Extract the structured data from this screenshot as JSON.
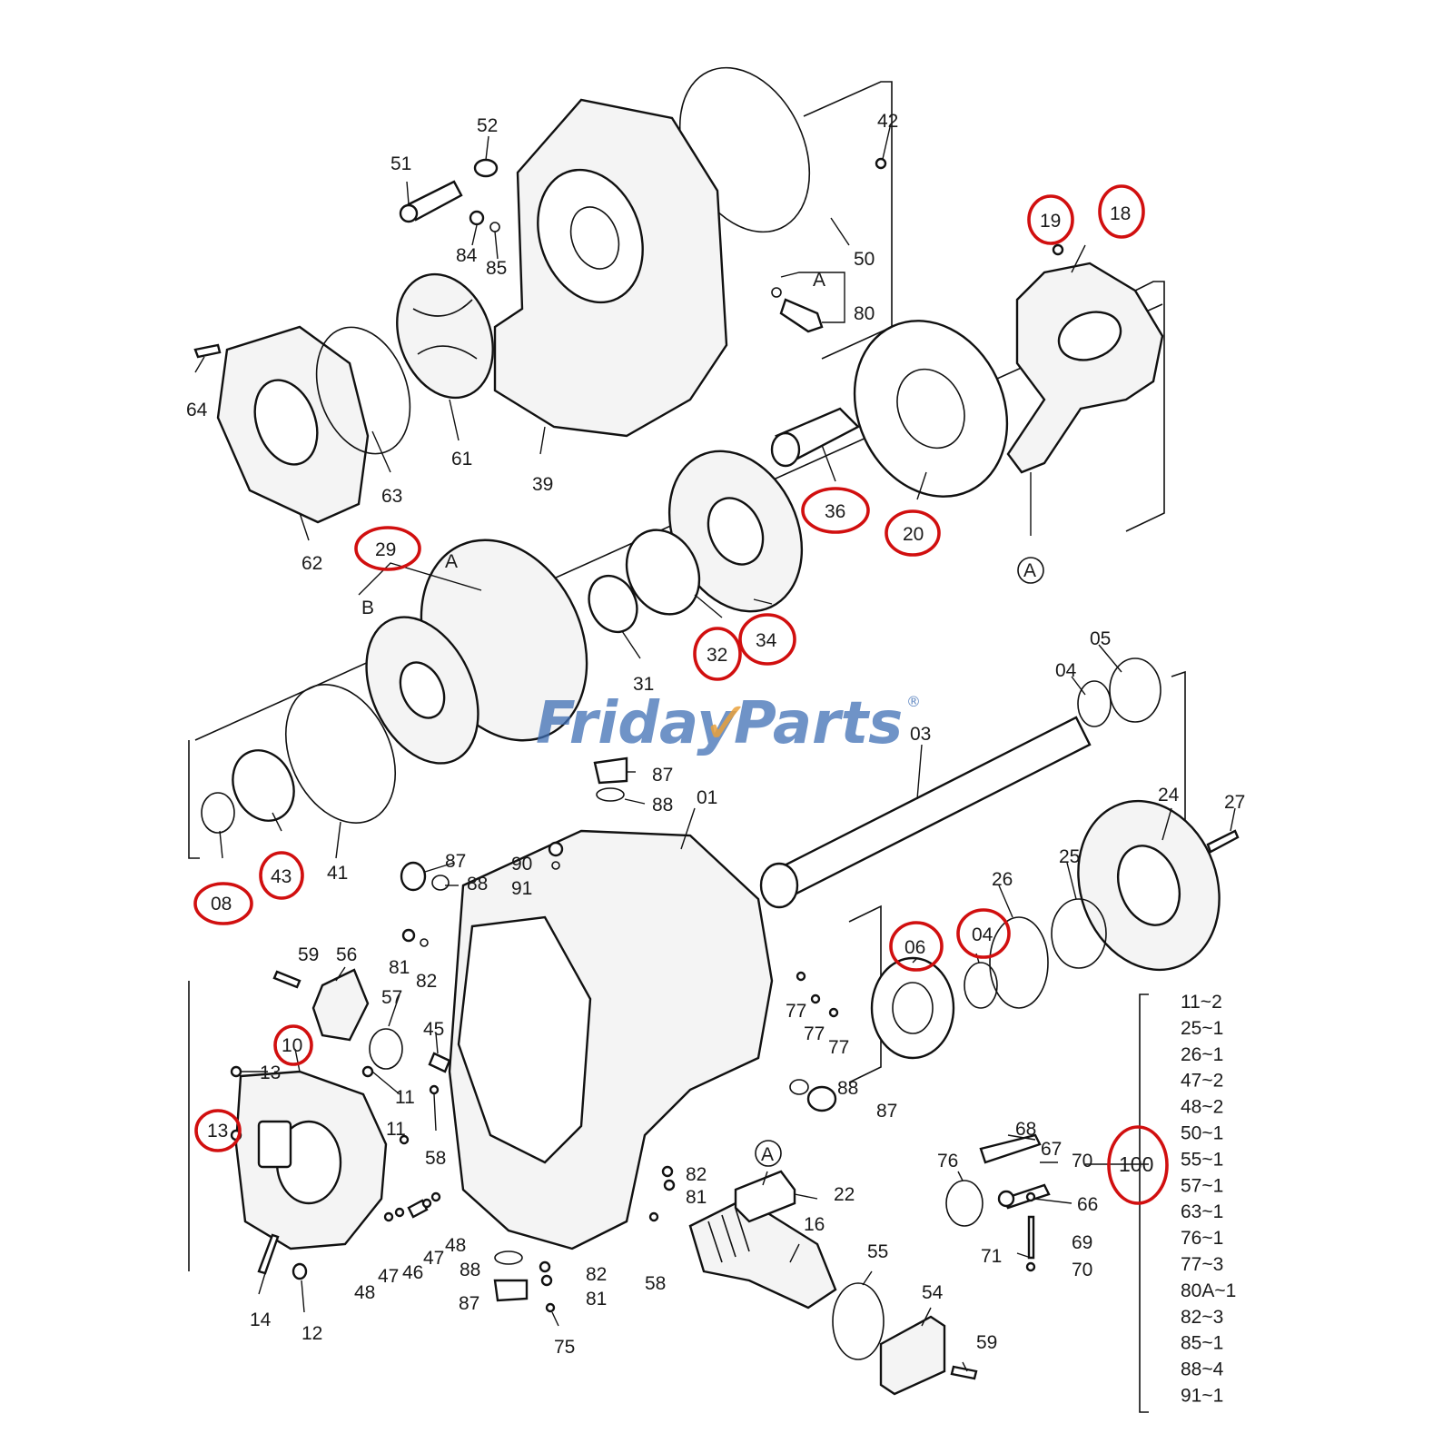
{
  "watermark": {
    "brand_a": "Friday",
    "brand_b": "Parts",
    "registered": "®",
    "color_blue": "#3f6fb5",
    "color_orange": "#e9a13b"
  },
  "highlight_color": "#d10f0f",
  "callouts": [
    {
      "id": "c51",
      "text": "51"
    },
    {
      "id": "c52",
      "text": "52"
    },
    {
      "id": "c84",
      "text": "84"
    },
    {
      "id": "c85",
      "text": "85"
    },
    {
      "id": "c42",
      "text": "42"
    },
    {
      "id": "c50",
      "text": "50"
    },
    {
      "id": "cA1",
      "text": "A"
    },
    {
      "id": "c80",
      "text": "80"
    },
    {
      "id": "c19",
      "text": "19"
    },
    {
      "id": "c18",
      "text": "18"
    },
    {
      "id": "c64",
      "text": "64"
    },
    {
      "id": "c63",
      "text": "63"
    },
    {
      "id": "c61",
      "text": "61"
    },
    {
      "id": "c39",
      "text": "39"
    },
    {
      "id": "c62",
      "text": "62"
    },
    {
      "id": "c36",
      "text": "36"
    },
    {
      "id": "c20",
      "text": "20"
    },
    {
      "id": "c29",
      "text": "29"
    },
    {
      "id": "cA2",
      "text": "A"
    },
    {
      "id": "cB",
      "text": "B"
    },
    {
      "id": "c32",
      "text": "32"
    },
    {
      "id": "c34",
      "text": "34"
    },
    {
      "id": "c31",
      "text": "31"
    },
    {
      "id": "cA3",
      "text": "A"
    },
    {
      "id": "c05",
      "text": "05"
    },
    {
      "id": "c04a",
      "text": "04"
    },
    {
      "id": "c03",
      "text": "03"
    },
    {
      "id": "c87a",
      "text": "87"
    },
    {
      "id": "c88a",
      "text": "88"
    },
    {
      "id": "c01",
      "text": "01"
    },
    {
      "id": "c24",
      "text": "24"
    },
    {
      "id": "c27",
      "text": "27"
    },
    {
      "id": "c08",
      "text": "08"
    },
    {
      "id": "c43",
      "text": "43"
    },
    {
      "id": "c41",
      "text": "41"
    },
    {
      "id": "c87b",
      "text": "87"
    },
    {
      "id": "c88b",
      "text": "88"
    },
    {
      "id": "c90",
      "text": "90"
    },
    {
      "id": "c91",
      "text": "91"
    },
    {
      "id": "c26",
      "text": "26"
    },
    {
      "id": "c25",
      "text": "25"
    },
    {
      "id": "c81a",
      "text": "81"
    },
    {
      "id": "c82a",
      "text": "82"
    },
    {
      "id": "c59a",
      "text": "59"
    },
    {
      "id": "c56",
      "text": "56"
    },
    {
      "id": "c06",
      "text": "06"
    },
    {
      "id": "c04b",
      "text": "04"
    },
    {
      "id": "c57",
      "text": "57"
    },
    {
      "id": "c77a",
      "text": "77"
    },
    {
      "id": "c77b",
      "text": "77"
    },
    {
      "id": "c77c",
      "text": "77"
    },
    {
      "id": "c10",
      "text": "10"
    },
    {
      "id": "c45",
      "text": "45"
    },
    {
      "id": "c13a",
      "text": "13"
    },
    {
      "id": "c11a",
      "text": "11"
    },
    {
      "id": "c88c",
      "text": "88"
    },
    {
      "id": "c87c",
      "text": "87"
    },
    {
      "id": "c13b",
      "text": "13"
    },
    {
      "id": "c11b",
      "text": "11"
    },
    {
      "id": "c58a",
      "text": "58"
    },
    {
      "id": "c68",
      "text": "68"
    },
    {
      "id": "c67",
      "text": "67"
    },
    {
      "id": "c70a",
      "text": "70"
    },
    {
      "id": "c76",
      "text": "76"
    },
    {
      "id": "cA4",
      "text": "A"
    },
    {
      "id": "c82b",
      "text": "82"
    },
    {
      "id": "c81b",
      "text": "81"
    },
    {
      "id": "c22",
      "text": "22"
    },
    {
      "id": "c66",
      "text": "66"
    },
    {
      "id": "c16",
      "text": "16"
    },
    {
      "id": "c48a",
      "text": "48"
    },
    {
      "id": "c47a",
      "text": "47"
    },
    {
      "id": "c46",
      "text": "46"
    },
    {
      "id": "c47b",
      "text": "47"
    },
    {
      "id": "c48b",
      "text": "48"
    },
    {
      "id": "c88d",
      "text": "88"
    },
    {
      "id": "c82c",
      "text": "82"
    },
    {
      "id": "c81c",
      "text": "81"
    },
    {
      "id": "c87d",
      "text": "87"
    },
    {
      "id": "c58b",
      "text": "58"
    },
    {
      "id": "c55",
      "text": "55"
    },
    {
      "id": "c54",
      "text": "54"
    },
    {
      "id": "c71",
      "text": "71"
    },
    {
      "id": "c69",
      "text": "69"
    },
    {
      "id": "c70b",
      "text": "70"
    },
    {
      "id": "c14",
      "text": "14"
    },
    {
      "id": "c12",
      "text": "12"
    },
    {
      "id": "c75",
      "text": "75"
    },
    {
      "id": "c59b",
      "text": "59"
    },
    {
      "id": "c100",
      "text": "100"
    }
  ],
  "kit_list": [
    "11~2",
    "25~1",
    "26~1",
    "47~2",
    "48~2",
    "50~1",
    "55~1",
    "57~1",
    "63~1",
    "76~1",
    "77~3",
    "80A~1",
    "82~3",
    "85~1",
    "88~4",
    "91~1"
  ]
}
